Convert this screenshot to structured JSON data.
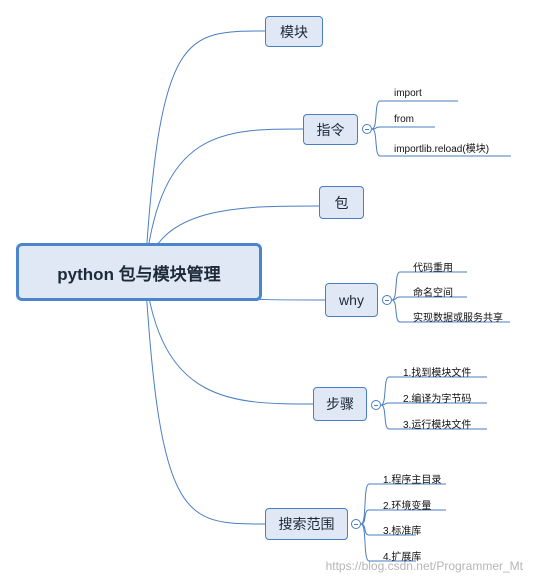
{
  "colors": {
    "line": "#4a7ec2",
    "node_fill": "#dfe8f4",
    "node_border": "#4a7ec2"
  },
  "root": {
    "label": "python 包与模块管理"
  },
  "branches": [
    {
      "label": "模块",
      "children": []
    },
    {
      "label": "指令",
      "children": [
        "import",
        "from",
        "importlib.reload(模块)"
      ]
    },
    {
      "label": "包",
      "children": []
    },
    {
      "label": "why",
      "children": [
        "代码重用",
        "命名空间",
        "实现数据或服务共享"
      ]
    },
    {
      "label": "步骤",
      "children": [
        "1.找到模块文件",
        "2.编译为字节码",
        "3.运行模块文件"
      ]
    },
    {
      "label": "搜索范围",
      "children": [
        "1.程序主目录",
        "2.环境变量",
        "3.标准库",
        "4.扩展库"
      ]
    }
  ],
  "watermark": "https://blog.csdn.net/Programmer_Mt"
}
